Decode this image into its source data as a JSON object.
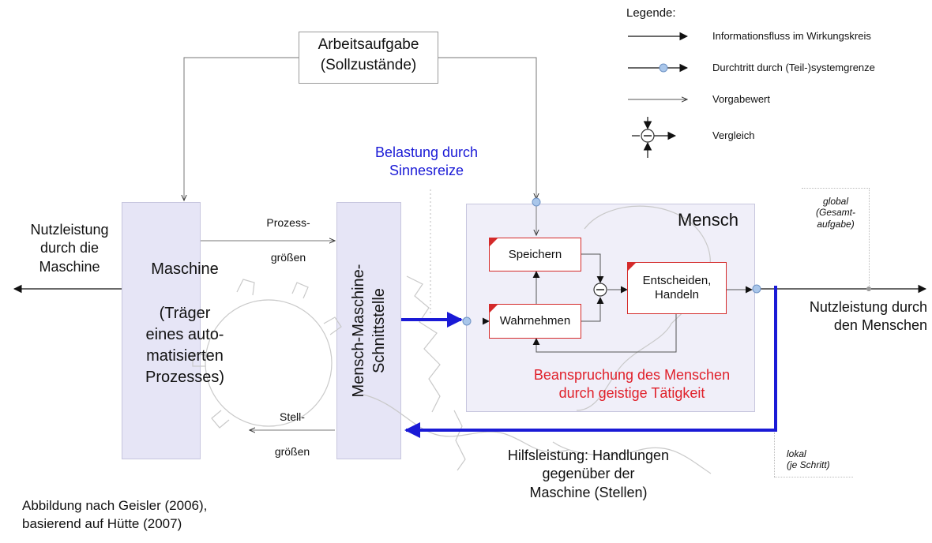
{
  "legend": {
    "title": "Legende:",
    "items": [
      {
        "label": "Informationsfluss im Wirkungskreis",
        "icon": "solid-arrow"
      },
      {
        "label": "Durchtritt durch (Teil-)systemgrenze",
        "icon": "boundary-dot-arrow"
      },
      {
        "label": "Vorgabewert",
        "icon": "thin-arrow"
      },
      {
        "label": "Vergleich",
        "icon": "comparator-symbol"
      }
    ]
  },
  "arbeitsaufgabe": {
    "line1": "Arbeitsaufgabe",
    "line2": "(Sollzustände)"
  },
  "belastung": {
    "line1": "Belastung durch",
    "line2": "Sinnesreize"
  },
  "nutzleistung_maschine": {
    "line1": "Nutzleistung",
    "line2": "durch die",
    "line3": "Maschine"
  },
  "maschine": {
    "title": "Maschine",
    "l1": "(Träger",
    "l2": "eines auto-",
    "l3": "matisierten",
    "l4": "Prozesses)"
  },
  "mms": {
    "line1": "Mensch-Maschine-",
    "line2": "Schnittstelle"
  },
  "prozess": {
    "line1": "Prozess-",
    "line2": "größen"
  },
  "stell": {
    "line1": "Stell-",
    "line2": "größen"
  },
  "mensch": {
    "title": "Mensch"
  },
  "blocks": {
    "speichern": "Speichern",
    "wahrnehmen": "Wahrnehmen",
    "entscheiden1": "Entscheiden,",
    "entscheiden2": "Handeln"
  },
  "beanspruchung": {
    "line1": "Beanspruchung des Menschen",
    "line2": "durch geistige Tätigkeit"
  },
  "global": {
    "l1": "global",
    "l2": "(Gesamt-",
    "l3": "aufgabe)"
  },
  "nutzleistung_mensch": {
    "line1": "Nutzleistung durch",
    "line2": "den Menschen"
  },
  "lokal": {
    "l1": "lokal",
    "l2": "(je Schritt)"
  },
  "hilfsleistung": {
    "line1": "Hilfsleistung: Handlungen",
    "line2": "gegenüber der",
    "line3": "Maschine (Stellen)"
  },
  "source": {
    "line1": "Abbildung nach Geisler (2006),",
    "line2": "basierend auf Hütte (2007)"
  },
  "colors": {
    "accent_blue": "#1a1ad6",
    "accent_red": "#e0202a",
    "box_fill": "#e6e5f6",
    "dot": "#a9c6ea"
  }
}
